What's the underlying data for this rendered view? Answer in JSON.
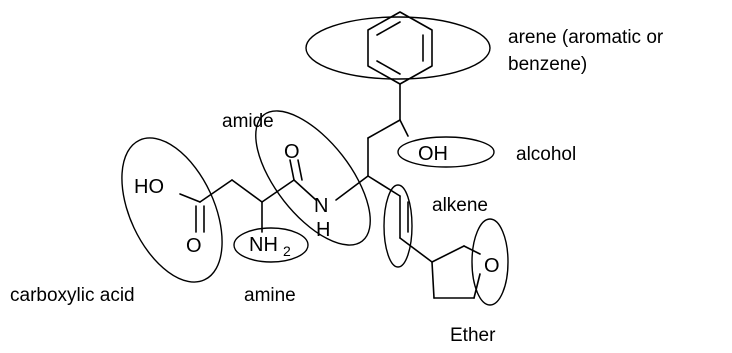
{
  "labels": {
    "arene_line1": "arene (aromatic or",
    "arene_line2": "benzene)",
    "amide": "amide",
    "alcohol": "alcohol",
    "alkene": "alkene",
    "carboxylic_acid": "carboxylic acid",
    "amine": "amine",
    "ether": "Ether"
  },
  "atoms": {
    "carbonyl_o_amide": "O",
    "hydroxyl": "OH",
    "acid_ho": "HO",
    "acid_o": "O",
    "amide_n": "N",
    "amide_h": "H",
    "amine_nh": "NH",
    "amine_subscript": "2",
    "ether_o": "O"
  }
}
